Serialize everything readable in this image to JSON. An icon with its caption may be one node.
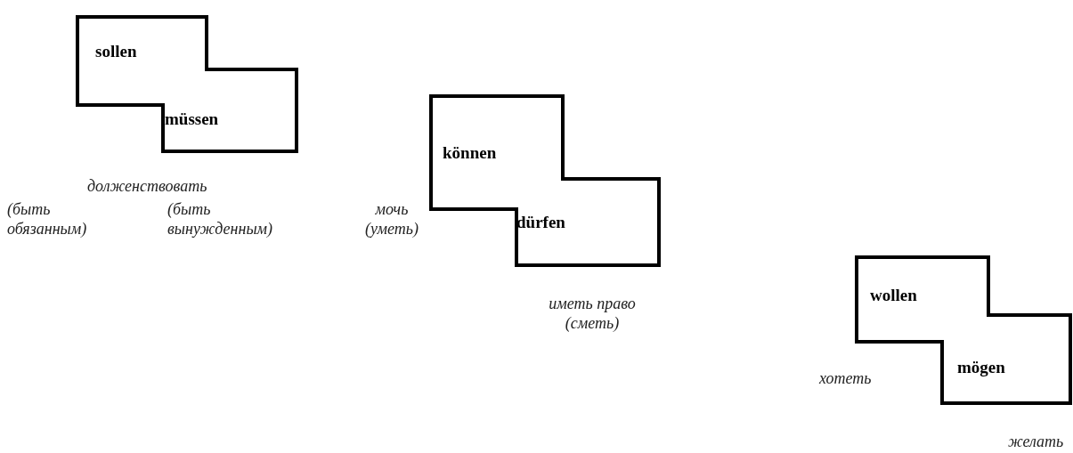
{
  "diagram": {
    "nodes": [
      {
        "text": [
          "sollen",
          "müssen"
        ],
        "beside": [
          "долженствовать",
          "(быть обязанным)",
          "(быть вынужденным)"
        ]
      },
      {
        "text": [
          "können",
          "dürfen"
        ],
        "beside": [
          "мочь (уметь)",
          "иметь право (сметь)"
        ]
      },
      {
        "text": [
          "wollen",
          "mögen"
        ],
        "beside": [
          "хотеть",
          "желать"
        ]
      }
    ]
  }
}
